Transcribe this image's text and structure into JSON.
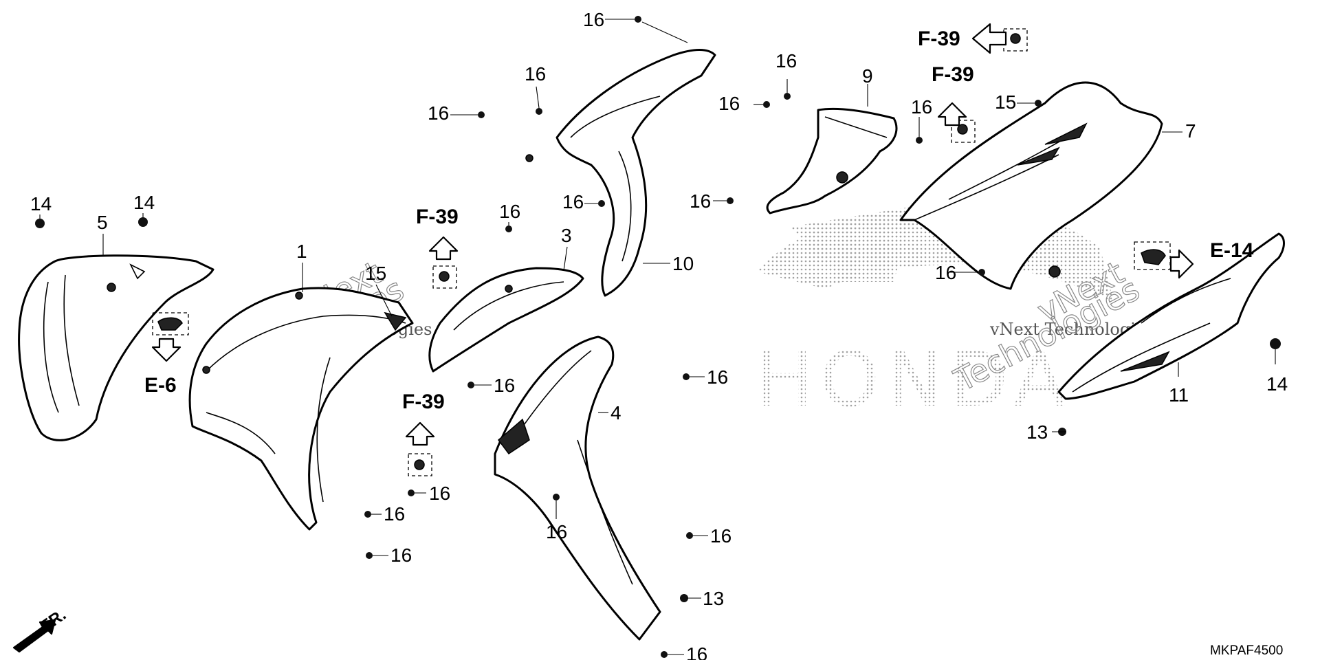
{
  "diagram": {
    "code": "MKPAF4500",
    "front_label": "FR.",
    "references": [
      {
        "label": "F-39"
      },
      {
        "label": "F-39"
      },
      {
        "label": "F-39"
      },
      {
        "label": "F-39"
      },
      {
        "label": "E-6"
      },
      {
        "label": "E-14"
      }
    ],
    "callouts": [
      "16",
      "16",
      "16",
      "16",
      "16",
      "16",
      "9",
      "16",
      "16",
      "16",
      "15",
      "7",
      "16",
      "16",
      "16",
      "10",
      "14",
      "14",
      "5",
      "1",
      "15",
      "3",
      "16",
      "16",
      "16",
      "16",
      "16",
      "4",
      "16",
      "16",
      "13",
      "16",
      "16",
      "11",
      "13",
      "14"
    ],
    "watermark": {
      "line1": "vNext Technologies",
      "line2": "vNext",
      "line3": "Technologies",
      "logo": "HONDA"
    }
  }
}
